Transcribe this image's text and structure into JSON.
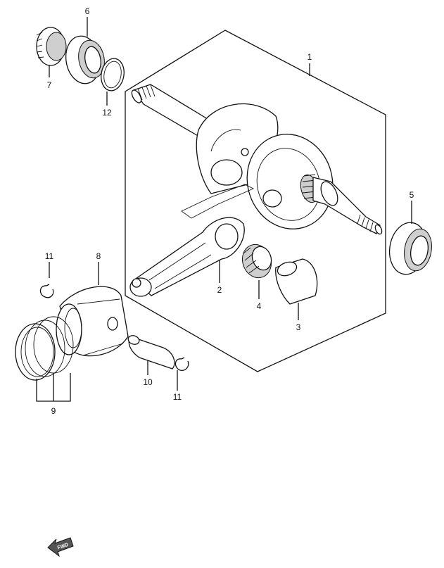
{
  "callouts": [
    {
      "id": "c1",
      "label": "1"
    },
    {
      "id": "c2",
      "label": "2"
    },
    {
      "id": "c3",
      "label": "3"
    },
    {
      "id": "c4",
      "label": "4"
    },
    {
      "id": "c5",
      "label": "5"
    },
    {
      "id": "c6",
      "label": "6"
    },
    {
      "id": "c7",
      "label": "7"
    },
    {
      "id": "c8",
      "label": "8"
    },
    {
      "id": "c9",
      "label": "9"
    },
    {
      "id": "c10",
      "label": "10"
    },
    {
      "id": "c11a",
      "label": "11"
    },
    {
      "id": "c11b",
      "label": "11"
    },
    {
      "id": "c12",
      "label": "12"
    }
  ],
  "fwd_label": "FWD",
  "colors": {
    "line": "#111111",
    "background": "#ffffff"
  }
}
